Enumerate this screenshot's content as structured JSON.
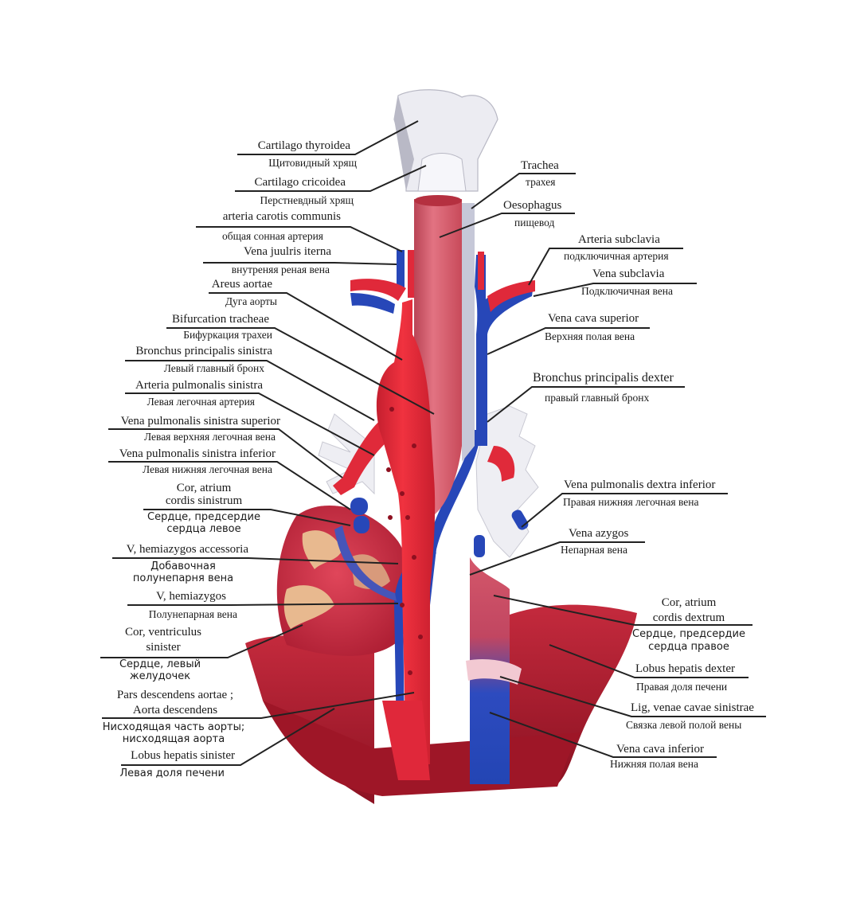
{
  "colors": {
    "artery": "#e8293a",
    "artery_dark": "#b81c2a",
    "vein": "#2747b8",
    "vein_dark": "#1a2f86",
    "trachea": "#d85f6e",
    "cartilage": "#e9e9ef",
    "liver": "#a3182a",
    "heart": "#d4384c",
    "leader": "#222222"
  },
  "labels": {
    "cartilago_thyroidea": {
      "lat": "Cartilago thyroidea",
      "rus": "Щитовидный хрящ"
    },
    "cartilago_cricoidea": {
      "lat": "Cartilago cricoidea",
      "rus": "Перстневдный хрящ"
    },
    "arteria_carotis": {
      "lat": "arteria carotis communis",
      "rus": "общая сонная артерия"
    },
    "vena_jugularis": {
      "lat": "Vena juulris iterna",
      "rus": "внутреняя реная вена"
    },
    "arcus_aortae": {
      "lat": "Areus aortae",
      "rus": "Дуга аорты"
    },
    "bifurcation": {
      "lat": "Bifurcation tracheae",
      "rus": "Бифуркация трахеи"
    },
    "bronchus_sin": {
      "lat": "Bronchus principalis sinistra",
      "rus": "Левый главный бронх"
    },
    "arteria_pulm_sin": {
      "lat": "Arteria pulmonalis sinistra",
      "rus": "Левая легочная артерия"
    },
    "vena_pulm_sin_sup": {
      "lat": "Vena pulmonalis sinistra superior",
      "rus": "Левая верхняя легочная вена"
    },
    "vena_pulm_sin_inf": {
      "lat": "Vena pulmonalis sinistra inferior",
      "rus": "Левая нижняя легочная вена"
    },
    "cor_atrium_sin": {
      "lat1": "Cor, atrium",
      "lat2": "cordis sinistrum",
      "rus1": "Сердце, предсердие",
      "rus2": "сердца левое"
    },
    "hemiazygos_acc": {
      "lat": "V, hemiazygos accessoria",
      "rus1": "Добавочная",
      "rus2": "полунепарня вена"
    },
    "hemiazygos": {
      "lat": "V, hemiazygos",
      "rus": "Полунепарная вена"
    },
    "ventriculus_sin": {
      "lat1": "Cor, ventriculus",
      "lat2": "sinister",
      "rus1": "Сердце, левый",
      "rus2": "желудочек"
    },
    "aorta_desc": {
      "lat1": "Pars descendens aortae ;",
      "lat2": "Aorta descendens",
      "rus1": "Нисходящая часть аорты;",
      "rus2": "нисходящая аорта"
    },
    "lobus_sin": {
      "lat": "Lobus hepatis sinister",
      "rus": "Левая доля печени"
    },
    "trachea": {
      "lat": "Trachea",
      "rus": "трахея"
    },
    "oesophagus": {
      "lat": "Oesophagus",
      "rus": "пищевод"
    },
    "arteria_subclavia": {
      "lat": "Arteria subclavia",
      "rus": "подключичная артерия"
    },
    "vena_subclavia": {
      "lat": "Vena subclavia",
      "rus": "Подключичная вена"
    },
    "vena_cava_sup": {
      "lat": "Vena cava superior",
      "rus": "Верхняя полая вена"
    },
    "bronchus_dex": {
      "lat": "Bronchus principalis dexter",
      "rus": "правый главный бронх"
    },
    "vena_pulm_dex_inf": {
      "lat": "Vena pulmonalis dextra inferior",
      "rus": "Правая нижняя легочная вена"
    },
    "vena_azygos": {
      "lat": "Vena azygos",
      "rus": "Непарная вена"
    },
    "cor_atrium_dex": {
      "lat1": "Cor, atrium",
      "lat2": "cordis dextrum",
      "rus1": "Сердце, предсердие",
      "rus2": "сердца правое"
    },
    "lobus_dex": {
      "lat": "Lobus hepatis dexter",
      "rus": "Правая доля печени"
    },
    "lig_venae": {
      "lat": "Lig, venae cavae sinistrae",
      "rus": "Связка левой полой вены"
    },
    "vena_cava_inf": {
      "lat": "Vena cava inferior",
      "rus": "Нижняя полая вена"
    }
  }
}
